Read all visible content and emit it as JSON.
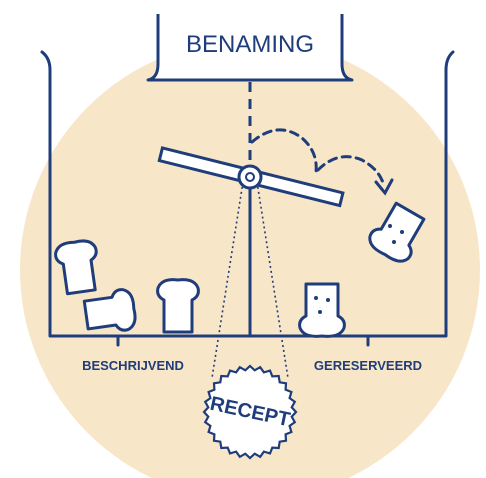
{
  "diagram": {
    "title_box": {
      "label": "BENAMING"
    },
    "axis_labels": {
      "left": "BESCHRIJVEND",
      "right": "GERESERVEERD"
    },
    "seal": {
      "label": "RECEPT"
    },
    "colors": {
      "line": "#1f3d7a",
      "background_circle": "#f8e6c8",
      "fill_white": "#ffffff"
    },
    "icons": [
      "bread-slice-icon",
      "bread-slice-with-dots-icon",
      "seal-badge-icon",
      "dashed-arrow-icon"
    ]
  }
}
